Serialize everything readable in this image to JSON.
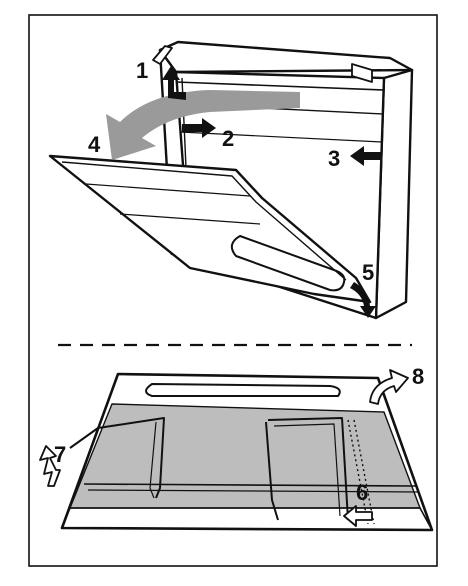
{
  "labels": {
    "step1": "1",
    "step2": "2",
    "step3": "3",
    "step4": "4",
    "step5": "5",
    "step6": "6",
    "step7": "7",
    "step8": "8"
  },
  "colors": {
    "line": "#111111",
    "panel_fill": "#bdbdbd",
    "arrow_gray": "#9a9a9a",
    "background": "#ffffff"
  }
}
